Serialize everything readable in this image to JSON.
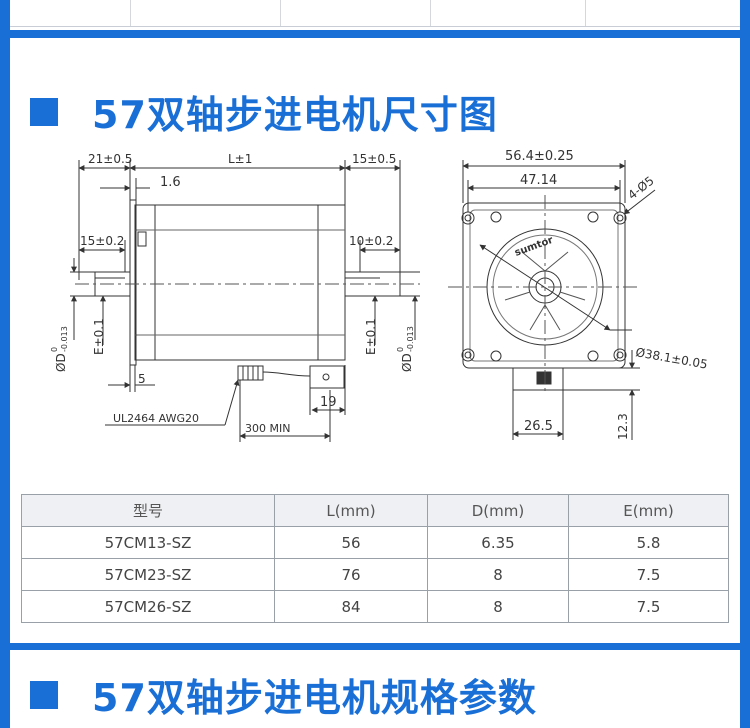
{
  "section1": {
    "title": "57双轴步进电机尺寸图"
  },
  "section2": {
    "title": "57双轴步进电机规格参数"
  },
  "side_view": {
    "dim_left_shaft": "21±0.5",
    "dim_body": "L±1",
    "dim_right_shaft": "15±0.5",
    "dim_flange": "1.6",
    "dim_left_flat": "15±0.2",
    "dim_right_flat": "10±0.2",
    "dim_left_e": "E±0.1",
    "dim_right_e": "E±0.1",
    "dim_left_d": "ØD",
    "dim_right_d": "ØD",
    "tol_d_upper": "0",
    "tol_d_lower": "-0.013",
    "dim_5": "5",
    "dim_19": "19",
    "cable": "UL2464 AWG20",
    "cable_len": "300 MIN"
  },
  "front_view": {
    "dim_width": "56.4±0.25",
    "dim_hole_pitch": "47.14",
    "dim_holes": "4-Ø5",
    "dim_boss": "Ø38.1±0.05",
    "dim_conn_w": "26.5",
    "dim_conn_h": "12.3",
    "brand": "sumtor"
  },
  "table": {
    "headers": [
      "型号",
      "L(mm)",
      "D(mm)",
      "E(mm)"
    ],
    "rows": [
      [
        "57CM13-SZ",
        "56",
        "6.35",
        "5.8"
      ],
      [
        "57CM23-SZ",
        "76",
        "8",
        "7.5"
      ],
      [
        "57CM26-SZ",
        "84",
        "8",
        "7.5"
      ]
    ]
  }
}
